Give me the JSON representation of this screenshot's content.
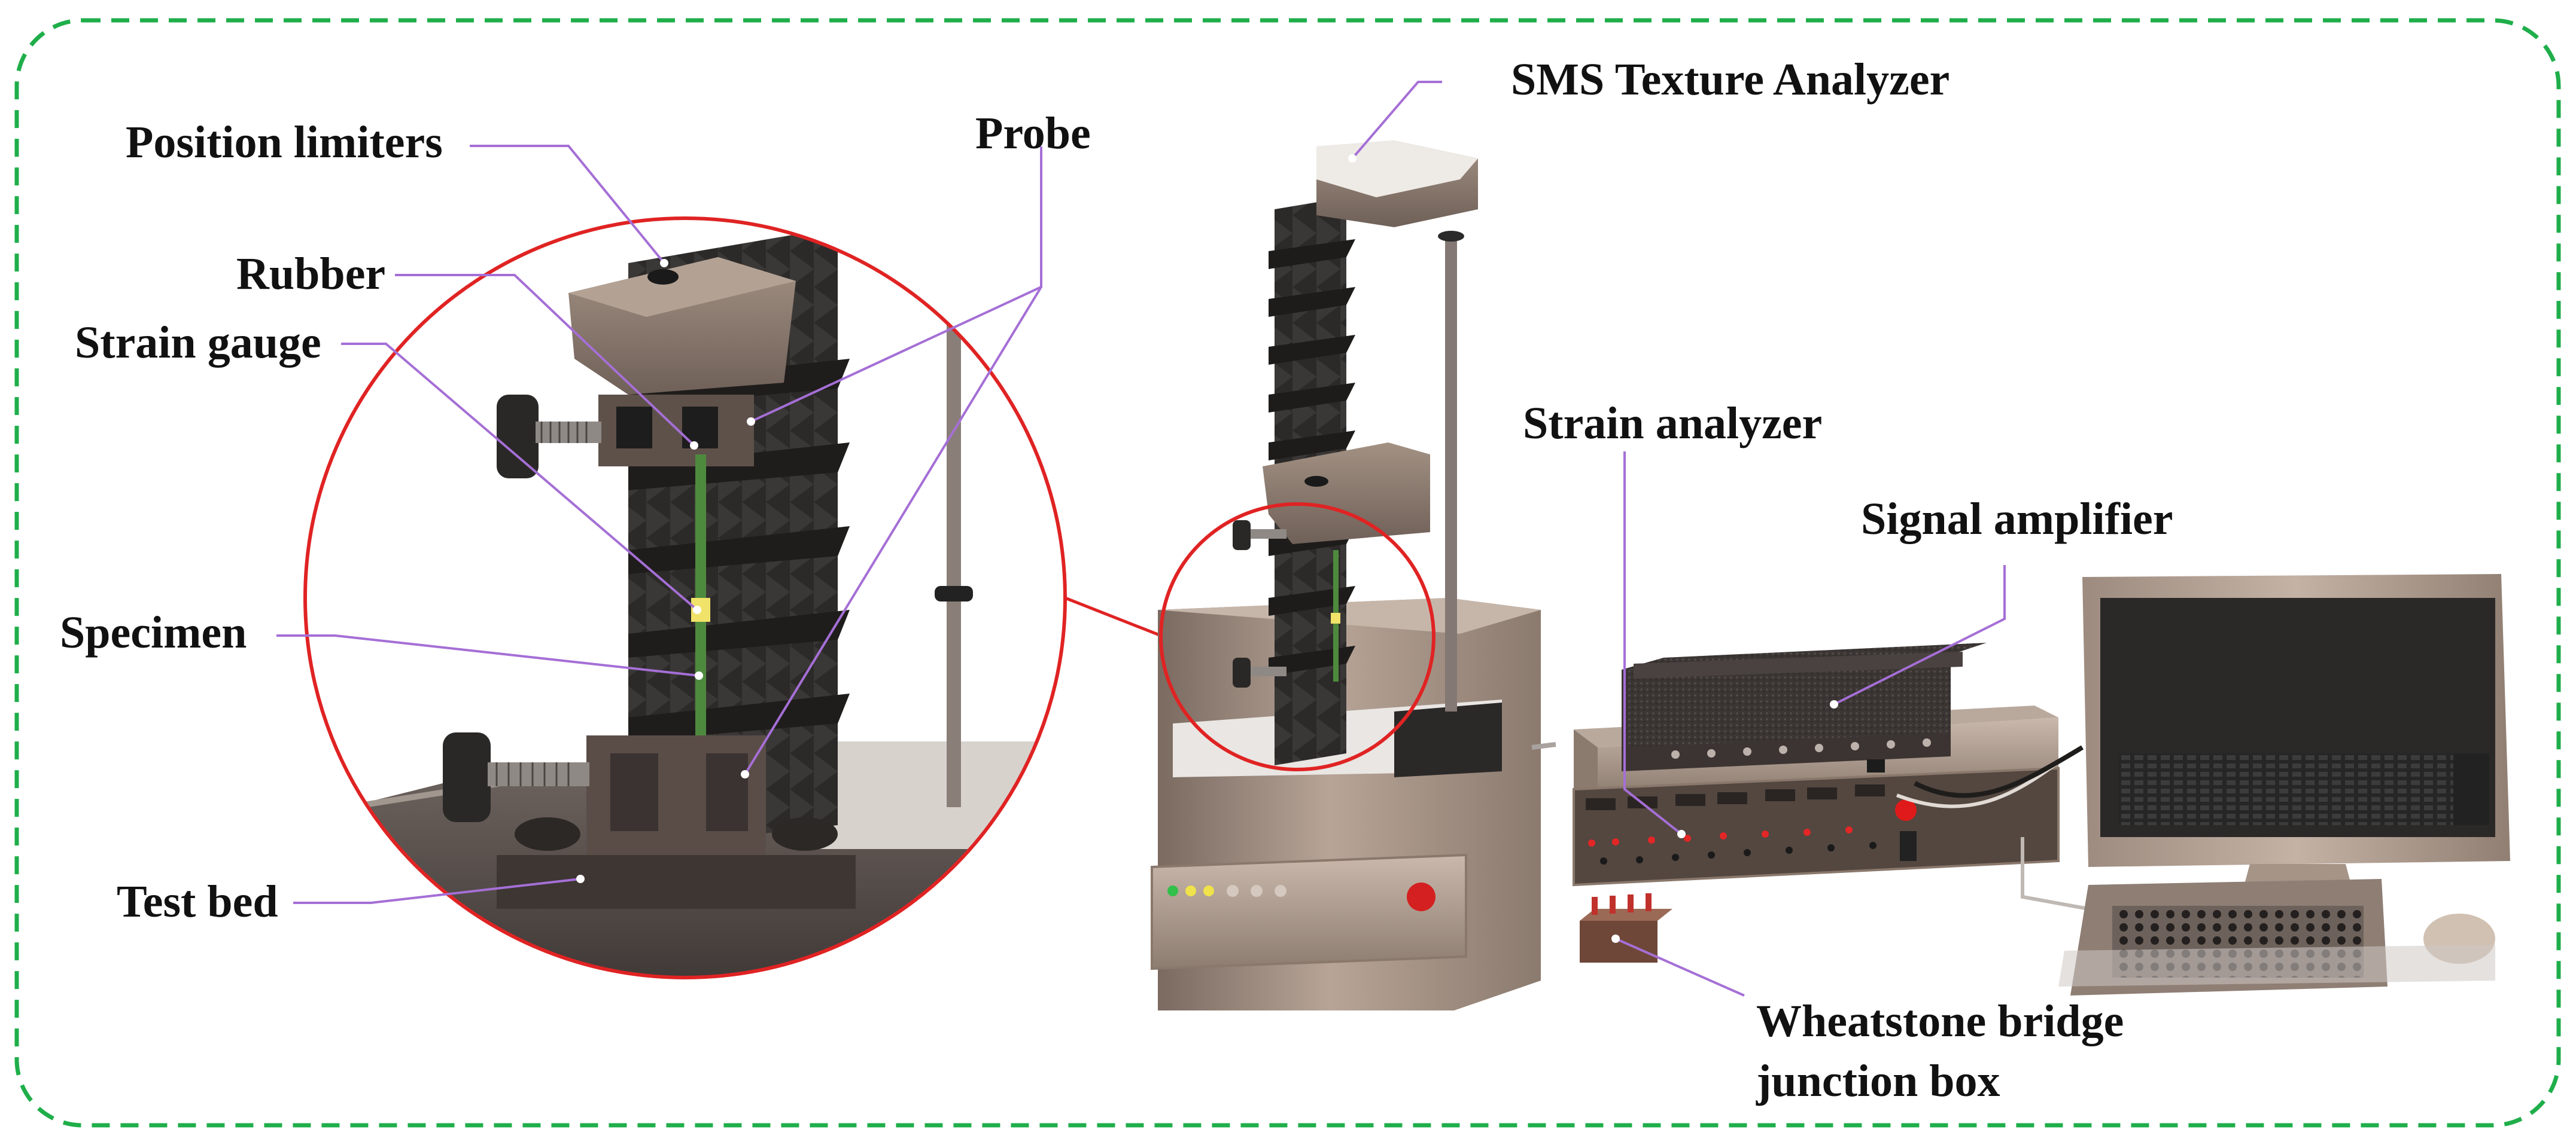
{
  "figure": {
    "border_color": "#1fae4a",
    "leader_color": "#a56fd6",
    "zoom_circle_color": "#e02323"
  },
  "labels": {
    "position_limiters": "Position limiters",
    "probe": "Probe",
    "rubber": "Rubber",
    "strain_gauge": "Strain gauge",
    "specimen": "Specimen",
    "test_bed": "Test bed",
    "sms_texture_analyzer": "SMS Texture Analyzer",
    "strain_analyzer": "Strain analyzer",
    "signal_amplifier": "Signal amplifier",
    "wheatstone_line1": "Wheatstone bridge",
    "wheatstone_line2": "junction box"
  }
}
